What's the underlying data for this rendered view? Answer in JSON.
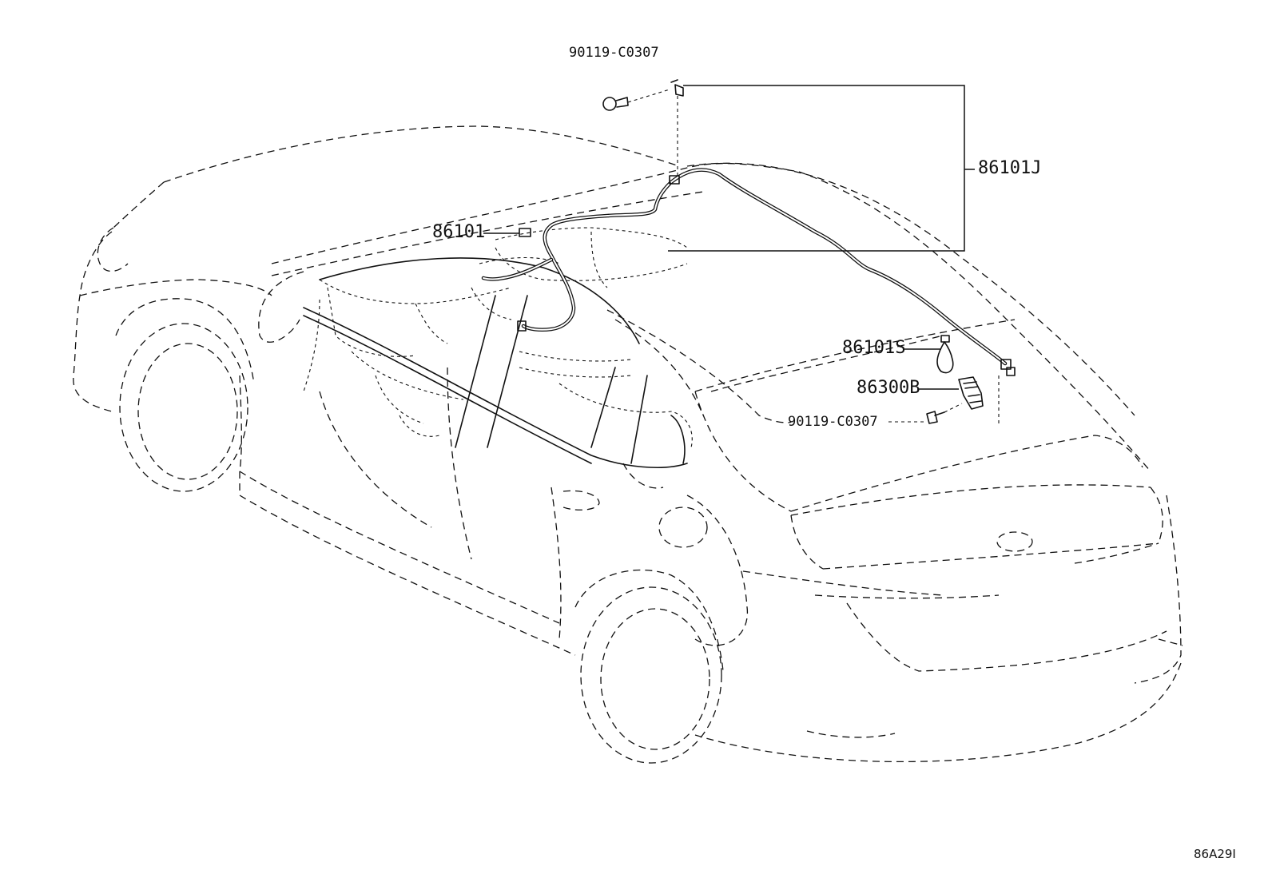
{
  "diagram": {
    "figure_code": "86A29I",
    "callouts": [
      {
        "id": "c1",
        "part": "90119-C0307",
        "name": "bolt-label-top"
      },
      {
        "id": "c2",
        "part": "86101J",
        "name": "roof-wire-label"
      },
      {
        "id": "c3",
        "part": "86101",
        "name": "cowl-wire-label"
      },
      {
        "id": "c4",
        "part": "86101S",
        "name": "sub-wire-label"
      },
      {
        "id": "c5",
        "part": "86300B",
        "name": "antenna-amplifier-label"
      },
      {
        "id": "c6",
        "part": "90119-C0307",
        "name": "bolt-label-lower"
      }
    ]
  }
}
